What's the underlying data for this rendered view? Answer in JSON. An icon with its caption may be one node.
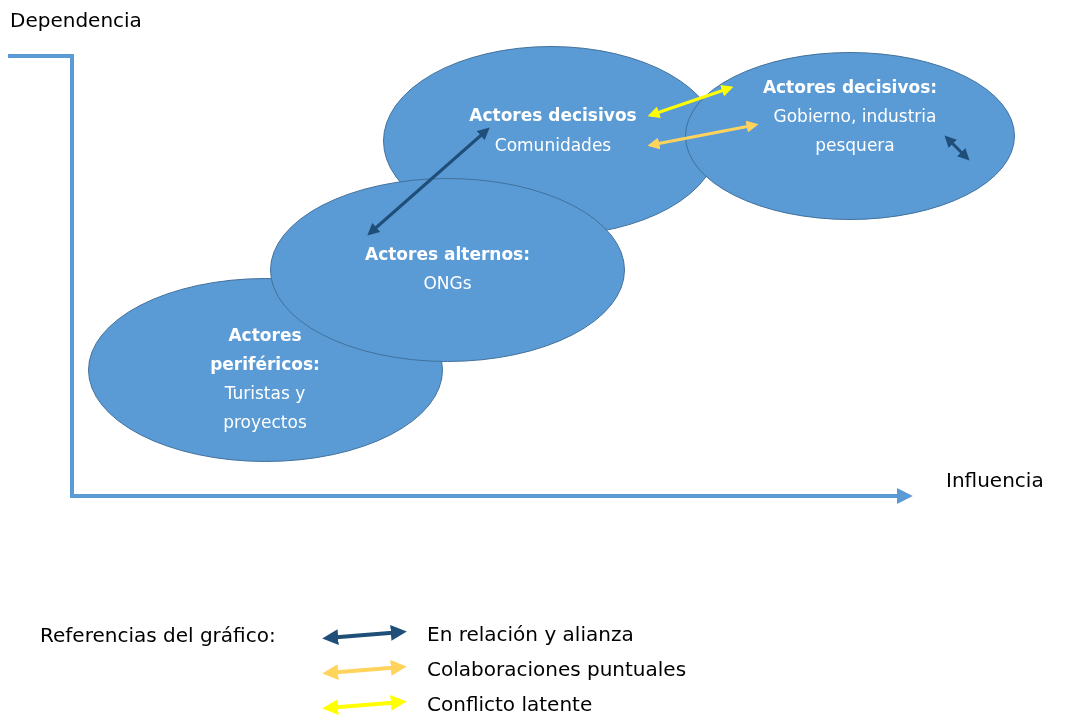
{
  "diagram": {
    "nodes": [
      {
        "text": [
          "Actores decisivos",
          "Comunidades"
        ]
      },
      {
        "text": [
          "Actores decisivos:",
          "Gobierno, industria pesquera"
        ]
      },
      {
        "text": [
          "Actores alternos:",
          "ONGs"
        ]
      },
      {
        "text": [
          "Actores periféricos:",
          "Turistas y proyectos"
        ]
      }
    ],
    "edges": [
      {
        "from": 2,
        "to": 0,
        "arrow": "both",
        "color": "#1f4e79"
      },
      {
        "from": 0,
        "to": 1,
        "arrow": "both",
        "color": "#ffff00"
      },
      {
        "from": 0,
        "to": 1,
        "arrow": "both",
        "color": "#ffd35c"
      },
      {
        "from": 1,
        "to": 1,
        "arrow": "both",
        "color": "#1f4e79"
      }
    ],
    "labels": [
      "Dependencia",
      "Influencia",
      "Referencias del gráfico:"
    ],
    "legend": [
      {
        "text": "En relación y alianza",
        "color": "#1f4e79"
      },
      {
        "text": "Colaboraciones puntuales",
        "color": "#ffd35c"
      },
      {
        "text": "Conflicto latente",
        "color": "#ffff00"
      }
    ]
  }
}
